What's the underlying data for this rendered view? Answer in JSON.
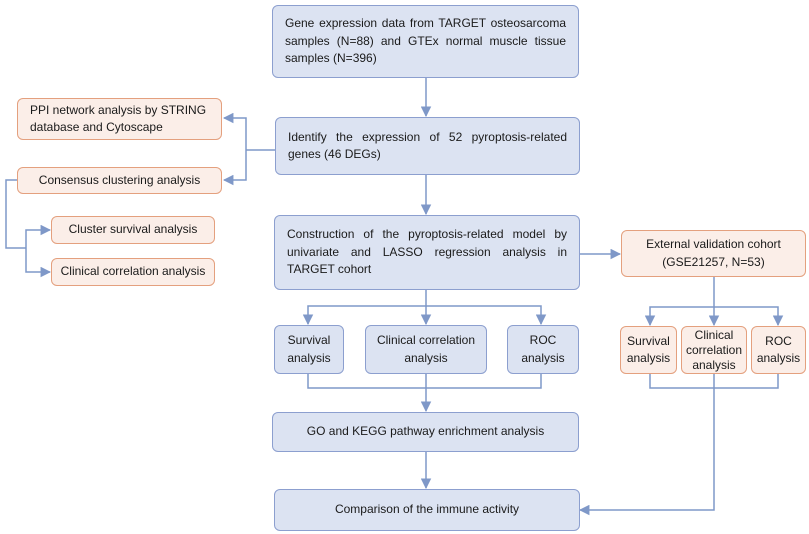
{
  "colors": {
    "blue_fill": "#dce3f2",
    "blue_border": "#8c9fcf",
    "orange_fill": "#fbeee8",
    "orange_border": "#e4a07e",
    "arrow": "#7f98c8"
  },
  "boxes": {
    "gene_expression": "Gene expression data from TARGET osteosarcoma samples (N=88) and GTEx normal  muscle tissue samples (N=396)",
    "identify_expression": "Identify the expression of 52 pyroptosis-related genes (46 DEGs)",
    "construction_model": "Construction of the pyroptosis-related model by univariate and LASSO regression analysis in TARGET cohort",
    "survival": "Survival analysis",
    "clinical_correlation": "Clinical correlation analysis",
    "roc": "ROC analysis",
    "go_kegg": "GO and KEGG pathway enrichment analysis",
    "immune_activity": "Comparison of the immune activity",
    "ppi_network": "PPI network analysis by STRING database and Cytoscape",
    "consensus_clustering": "Consensus clustering analysis",
    "cluster_survival": "Cluster survival analysis",
    "cluster_clinical": "Clinical correlation analysis",
    "external_validation": "External validation cohort (GSE21257, N=53)",
    "ext_survival": "Survival analysis",
    "ext_clinical": "Clinical correlation analysis",
    "ext_roc": "ROC analysis"
  }
}
